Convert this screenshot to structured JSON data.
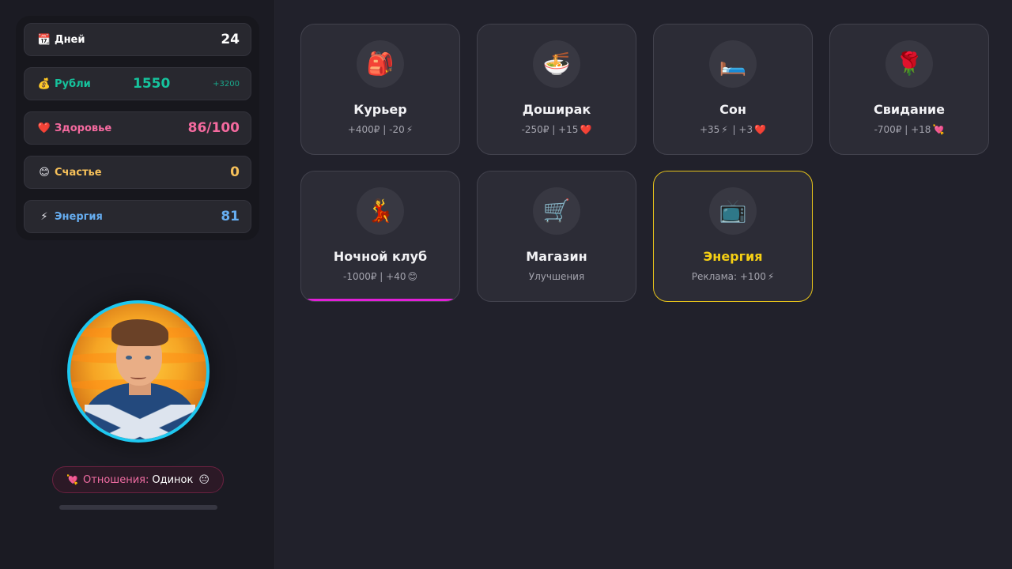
{
  "stats": {
    "days": {
      "icon": "📆",
      "label": "Дней",
      "value": "24"
    },
    "money": {
      "icon": "💰",
      "label": "Рубли",
      "value": "1550",
      "delta": "+3200"
    },
    "health": {
      "icon": "❤️",
      "label": "Здоровье",
      "value": "86/100"
    },
    "happiness": {
      "icon": "😊",
      "label": "Счастье",
      "value": "0"
    },
    "energy": {
      "icon": "⚡",
      "label": "Энергия",
      "value": "81"
    }
  },
  "relationship": {
    "icon": "💘",
    "label": "Отношения:",
    "value": "Одинок",
    "emoji": "😐",
    "progress_percent": 0
  },
  "actions": [
    {
      "id": "courier",
      "icon": "🎒",
      "title": "Курьер",
      "sub_text": "+400₽ | -20",
      "sub_icon": "⚡"
    },
    {
      "id": "doshirak",
      "icon": "🍜",
      "title": "Доширак",
      "sub_text": "-250₽ | +15",
      "sub_icon": "❤️"
    },
    {
      "id": "sleep",
      "icon": "🛏️",
      "title": "Сон",
      "sub_text_a": "+35",
      "sub_icon_a": "⚡",
      "sub_text_b": " | +3",
      "sub_icon_b": "❤️"
    },
    {
      "id": "date",
      "icon": "🌹",
      "title": "Свидание",
      "sub_text": "-700₽ | +18",
      "sub_icon": "💘"
    },
    {
      "id": "nightclub",
      "icon": "💃",
      "title": "Ночной клуб",
      "sub_text": "-1000₽ | +40",
      "sub_icon": "😊"
    },
    {
      "id": "shop",
      "icon": "🛒",
      "title": "Магазин",
      "sub_text": "Улучшения",
      "sub_icon": ""
    },
    {
      "id": "energy-ad",
      "icon": "📺",
      "title": "Энергия",
      "sub_text": "Реклама: +100",
      "sub_icon": "⚡"
    }
  ],
  "colors": {
    "money": "#16c39d",
    "health": "#f56a9f",
    "happiness": "#f7c15a",
    "energy": "#66adf0",
    "avatar_ring": "#1ec8f0",
    "highlight_border": "#e5c21b",
    "nightclub_accent": "#e21fd8"
  }
}
